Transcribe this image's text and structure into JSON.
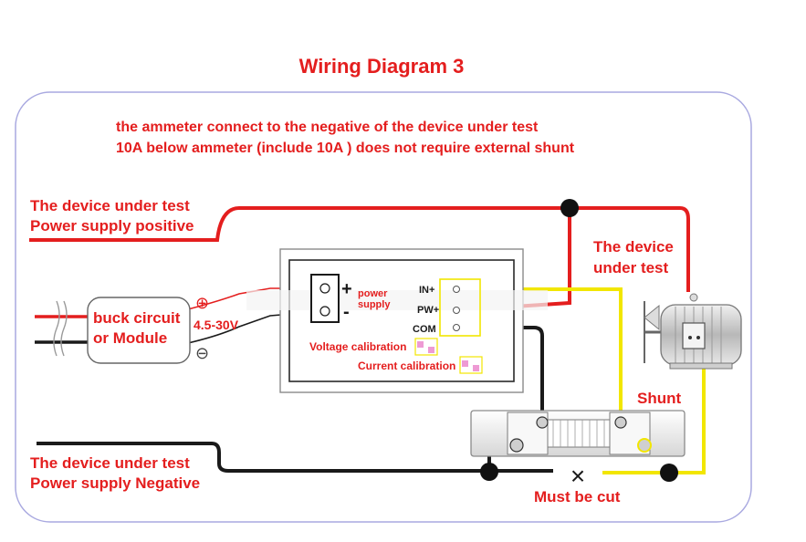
{
  "title": "Wiring Diagram 3",
  "notes": {
    "line1": "the ammeter connect to the negative of the device under test",
    "line2": "10A below ammeter (include 10A ) does not require external shunt"
  },
  "labels": {
    "supply_positive_1": "The device under test",
    "supply_positive_2": "Power supply positive",
    "supply_negative_1": "The device under test",
    "supply_negative_2": "Power supply Negative",
    "device_1": "The device",
    "device_2": "under test",
    "shunt": "Shunt",
    "must_cut": "Must be cut",
    "buck_1": "buck circuit",
    "buck_2": "or Module",
    "voltage_range": "4.5-30V",
    "plus_sign": "+",
    "minus_sign": "-",
    "power_supply_1": "power",
    "power_supply_2": "supply",
    "pin_in": "IN+",
    "pin_pw": "PW+",
    "pin_com": "COM",
    "voltage_cal": "Voltage calibration",
    "current_cal": "Current calibration",
    "circle_plus": "⊕",
    "circle_minus": "⊖",
    "cross_mark": "×"
  },
  "colors": {
    "positive_wire": "#e41e1e",
    "negative_wire": "#111111",
    "signal_wire": "#f2e600",
    "frame": "#a9a9e0",
    "text_red": "#e41e1e"
  }
}
